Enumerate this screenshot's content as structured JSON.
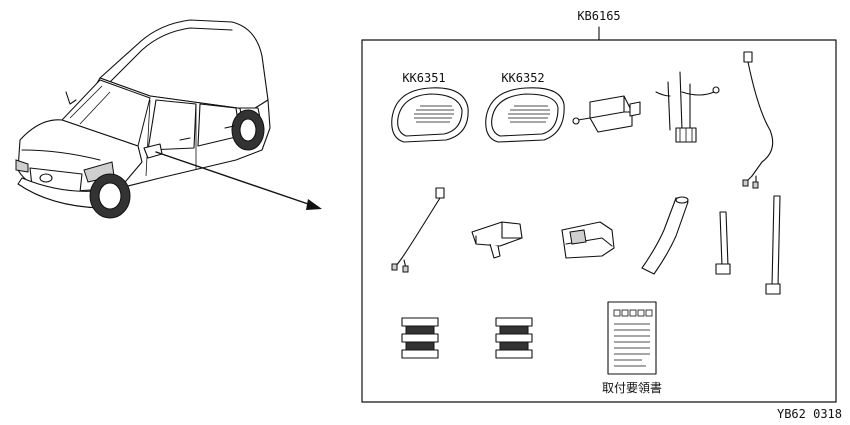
{
  "kit": {
    "part_number": "KB6165"
  },
  "parts": {
    "cover_left": {
      "part_number": "KK6351"
    },
    "cover_right": {
      "part_number": "KK6352"
    }
  },
  "manual": {
    "label": "取付要領書"
  },
  "figure": {
    "code": "YB62 0318"
  }
}
